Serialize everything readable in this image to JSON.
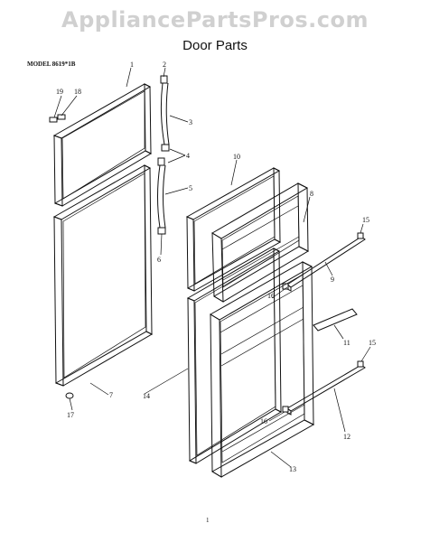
{
  "watermark": "AppliancePartsPros.com",
  "title": "Door Parts",
  "model": "MODEL 8619*1B",
  "page_number": "1",
  "callouts": [
    "1",
    "2",
    "3",
    "4",
    "5",
    "6",
    "7",
    "8",
    "9",
    "10",
    "11",
    "12",
    "13",
    "14",
    "15",
    "15",
    "16",
    "16",
    "17",
    "18",
    "19"
  ]
}
